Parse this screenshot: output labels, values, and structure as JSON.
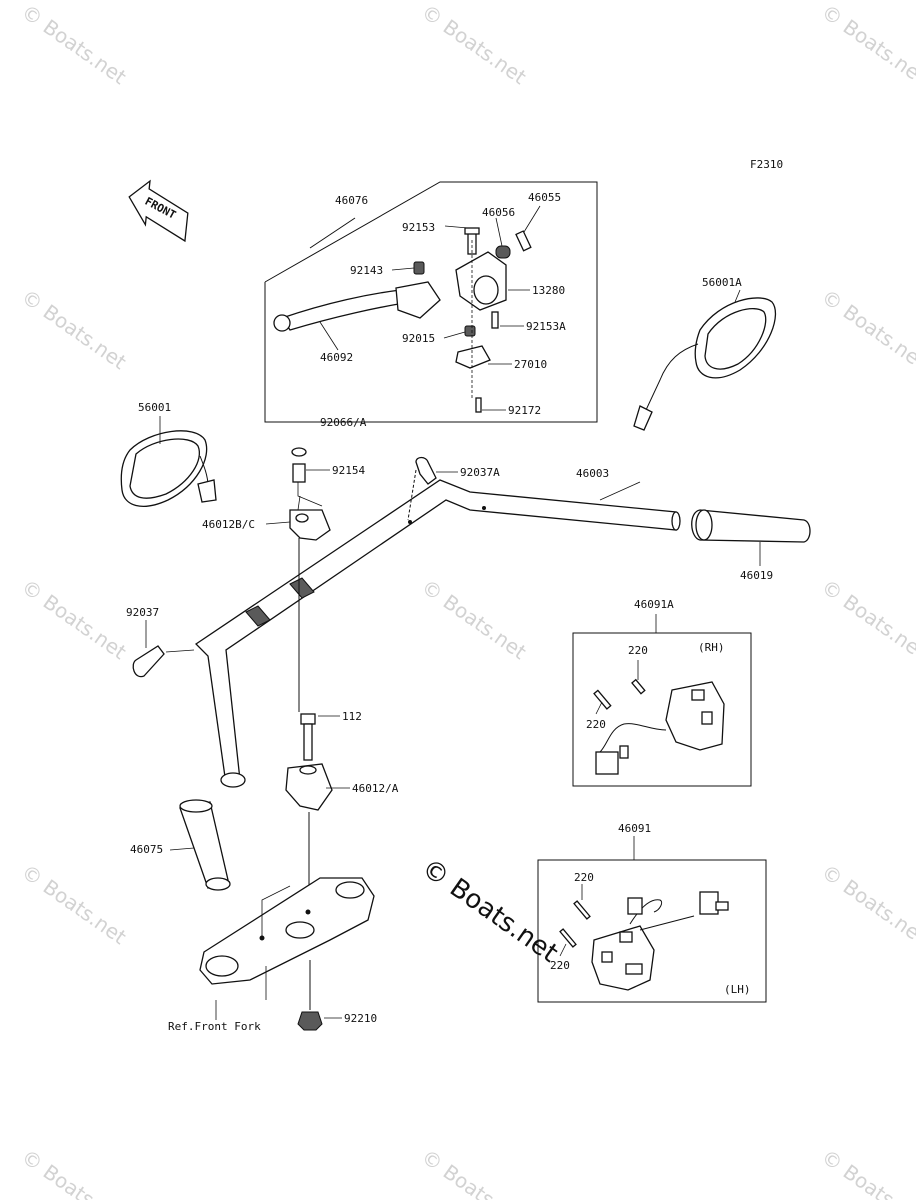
{
  "figure_code": "F2310",
  "front_arrow_text": "FRONT",
  "watermark_text": "© Boats.net",
  "center_watermark_text": "© Boats.net",
  "callouts": [
    "46076",
    "46056",
    "46055",
    "92153",
    "92143",
    "13280",
    "92015",
    "92153A",
    "46092",
    "27010",
    "92172",
    "56001A",
    "56001",
    "92066/A",
    "92154",
    "92037A",
    "46003",
    "46012B/C",
    "46019",
    "92037",
    "46091A",
    "220",
    "(RH)",
    "112",
    "46012/A",
    "46075",
    "46091",
    "(LH)",
    "92210",
    "Ref.Front Fork"
  ]
}
